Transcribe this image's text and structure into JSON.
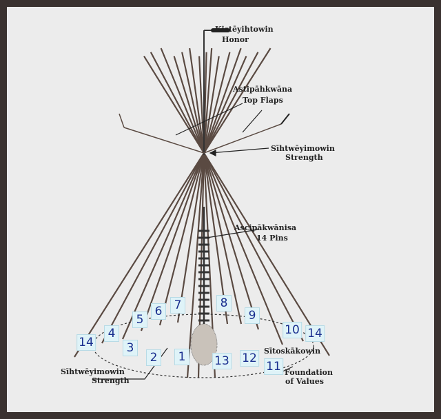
{
  "labels": {
    "honor_cree": "Kistēyihtowin",
    "honor_en": "Honor",
    "flaps_cree": "Astipāhkwāna",
    "flaps_en": "Top Flaps",
    "strength_top_cree": "Sīhtwēyimowin",
    "strength_top_en": "Strength",
    "pins_cree": "Ascipākwānisa",
    "pins_en": "14 Pins",
    "foundation_cree": "Sītoskākowin",
    "foundation_en1": "Foundation",
    "foundation_en2": "of Values",
    "strength_bottom_cree": "Sīhtwēyimowin",
    "strength_bottom_en": "Strength"
  },
  "pole_numbers": [
    "14",
    "4",
    "3",
    "5",
    "6",
    "7",
    "8",
    "9",
    "10",
    "14",
    "2",
    "1",
    "13",
    "12",
    "11"
  ],
  "colors": {
    "frame": "#3a3230",
    "background": "#ececec",
    "number_text": "#1a2f8f",
    "number_bg": "#dff3f8"
  }
}
